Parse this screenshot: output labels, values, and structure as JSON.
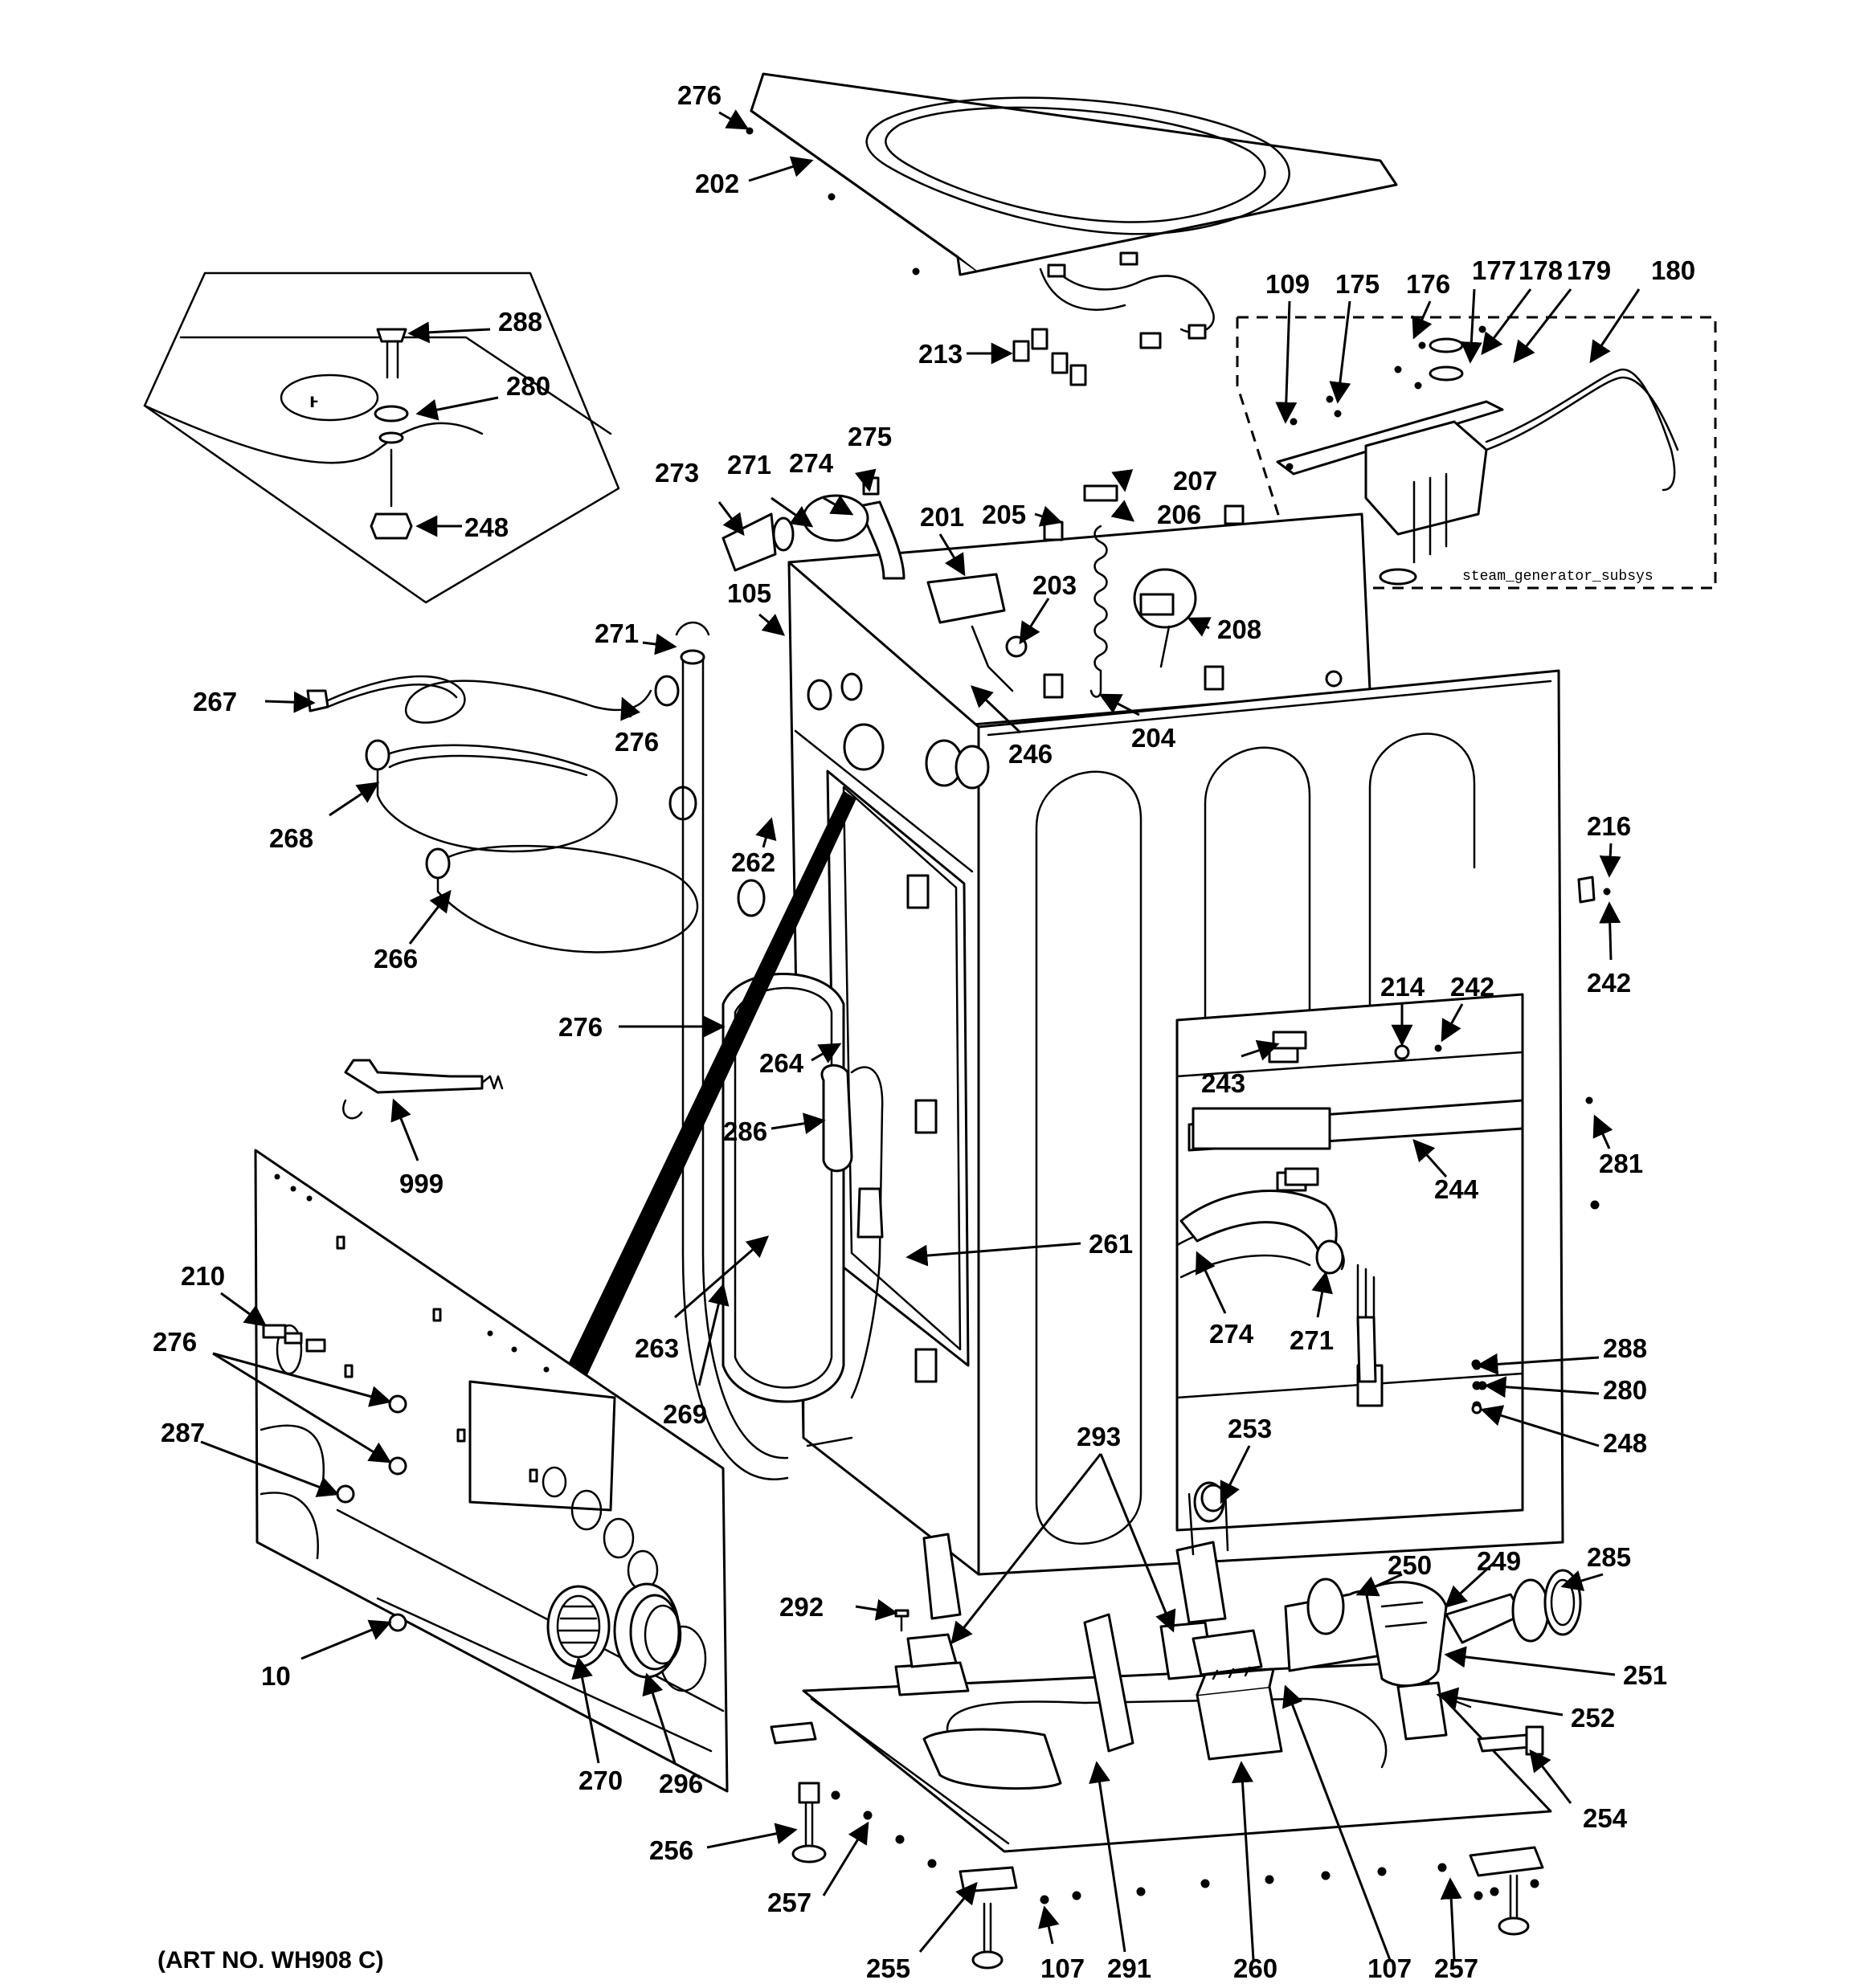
{
  "diagram": {
    "art_number": "(ART NO. WH908 C)",
    "subsystem_label": "steam_generator_subsys",
    "callouts": {
      "c276_top": "276",
      "c202": "202",
      "c213": "213",
      "c109": "109",
      "c175": "175",
      "c176": "176",
      "c177": "177",
      "c178": "178",
      "c179": "179",
      "c180": "180",
      "c288_inset": "288",
      "c280_inset": "280",
      "c248_inset": "248",
      "c273": "273",
      "c271_a": "271",
      "c274_a": "274",
      "c275": "275",
      "c201": "201",
      "c205": "205",
      "c207": "207",
      "c206": "206",
      "c203": "203",
      "c208": "208",
      "c204": "204",
      "c246": "246",
      "c105": "105",
      "c271_b": "271",
      "c267": "267",
      "c276_b": "276",
      "c268": "268",
      "c266": "266",
      "c262": "262",
      "c216": "216",
      "c242_a": "242",
      "c242_b": "242",
      "c214": "214",
      "c243": "243",
      "c244": "244",
      "c281": "281",
      "c276_c": "276",
      "c264": "264",
      "c286": "286",
      "c999": "999",
      "c261": "261",
      "c210": "210",
      "c276_d": "276",
      "c287": "287",
      "c263": "263",
      "c269": "269",
      "c274_b": "274",
      "c271_c": "271",
      "c288": "288",
      "c280": "280",
      "c248": "248",
      "c293": "293",
      "c253": "253",
      "c250": "250",
      "c249": "249",
      "c285": "285",
      "c292": "292",
      "c251": "251",
      "c252": "252",
      "c10": "10",
      "c270": "270",
      "c296": "296",
      "c254": "254",
      "c256": "256",
      "c257_a": "257",
      "c255": "255",
      "c107_a": "107",
      "c291": "291",
      "c260": "260",
      "c107_b": "107",
      "c257_b": "257"
    }
  }
}
